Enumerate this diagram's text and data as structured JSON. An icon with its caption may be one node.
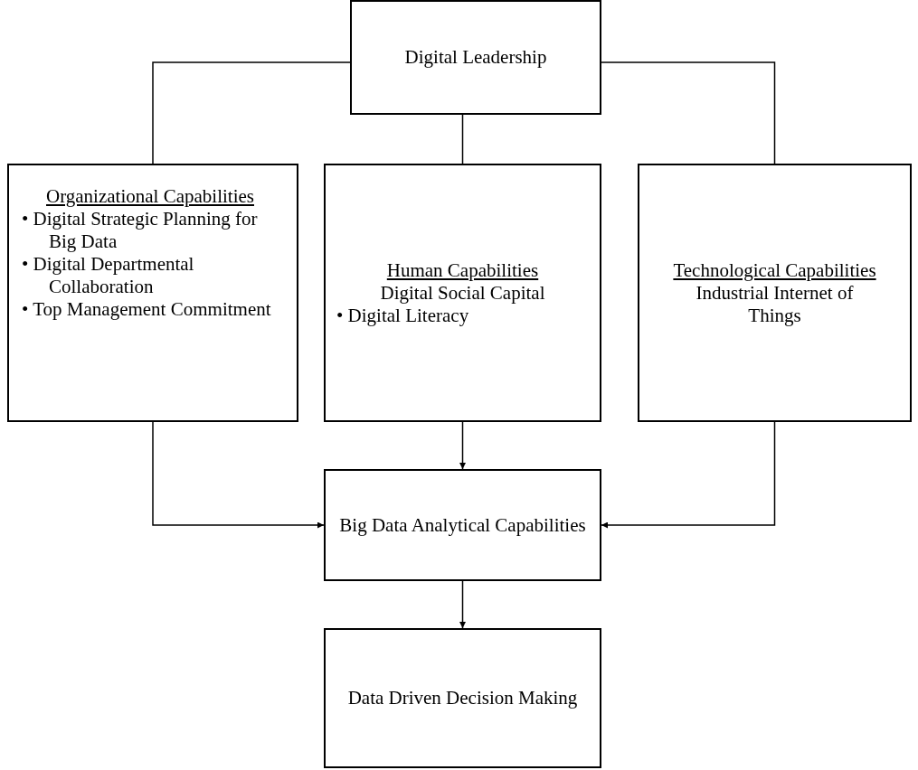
{
  "diagram": {
    "nodes": [
      {
        "text": [
          "Digital Leadership"
        ]
      },
      {
        "text": [
          "Organizational Capabilities",
          "• Digital Strategic Planning for Big Data",
          "• Digital Departmental Collaboration",
          "• Top Management Commitment"
        ]
      },
      {
        "text": [
          "Human Capabilities",
          "Digital Social Capital",
          "• Digital Literacy"
        ]
      },
      {
        "text": [
          "Technological Capabilities",
          "Industrial Internet of Things"
        ]
      },
      {
        "text": [
          "Big Data Analytical Capabilities"
        ]
      },
      {
        "text": [
          "Data Driven Decision Making"
        ]
      }
    ],
    "edges": [
      {
        "from": 0,
        "to": 1,
        "arrow": "none"
      },
      {
        "from": 0,
        "to": 2,
        "arrow": "none"
      },
      {
        "from": 0,
        "to": 3,
        "arrow": "none"
      },
      {
        "from": 1,
        "to": 4,
        "arrow": "to"
      },
      {
        "from": 2,
        "to": 4,
        "arrow": "to"
      },
      {
        "from": 3,
        "to": 4,
        "arrow": "to"
      },
      {
        "from": 4,
        "to": 5,
        "arrow": "to"
      }
    ]
  }
}
